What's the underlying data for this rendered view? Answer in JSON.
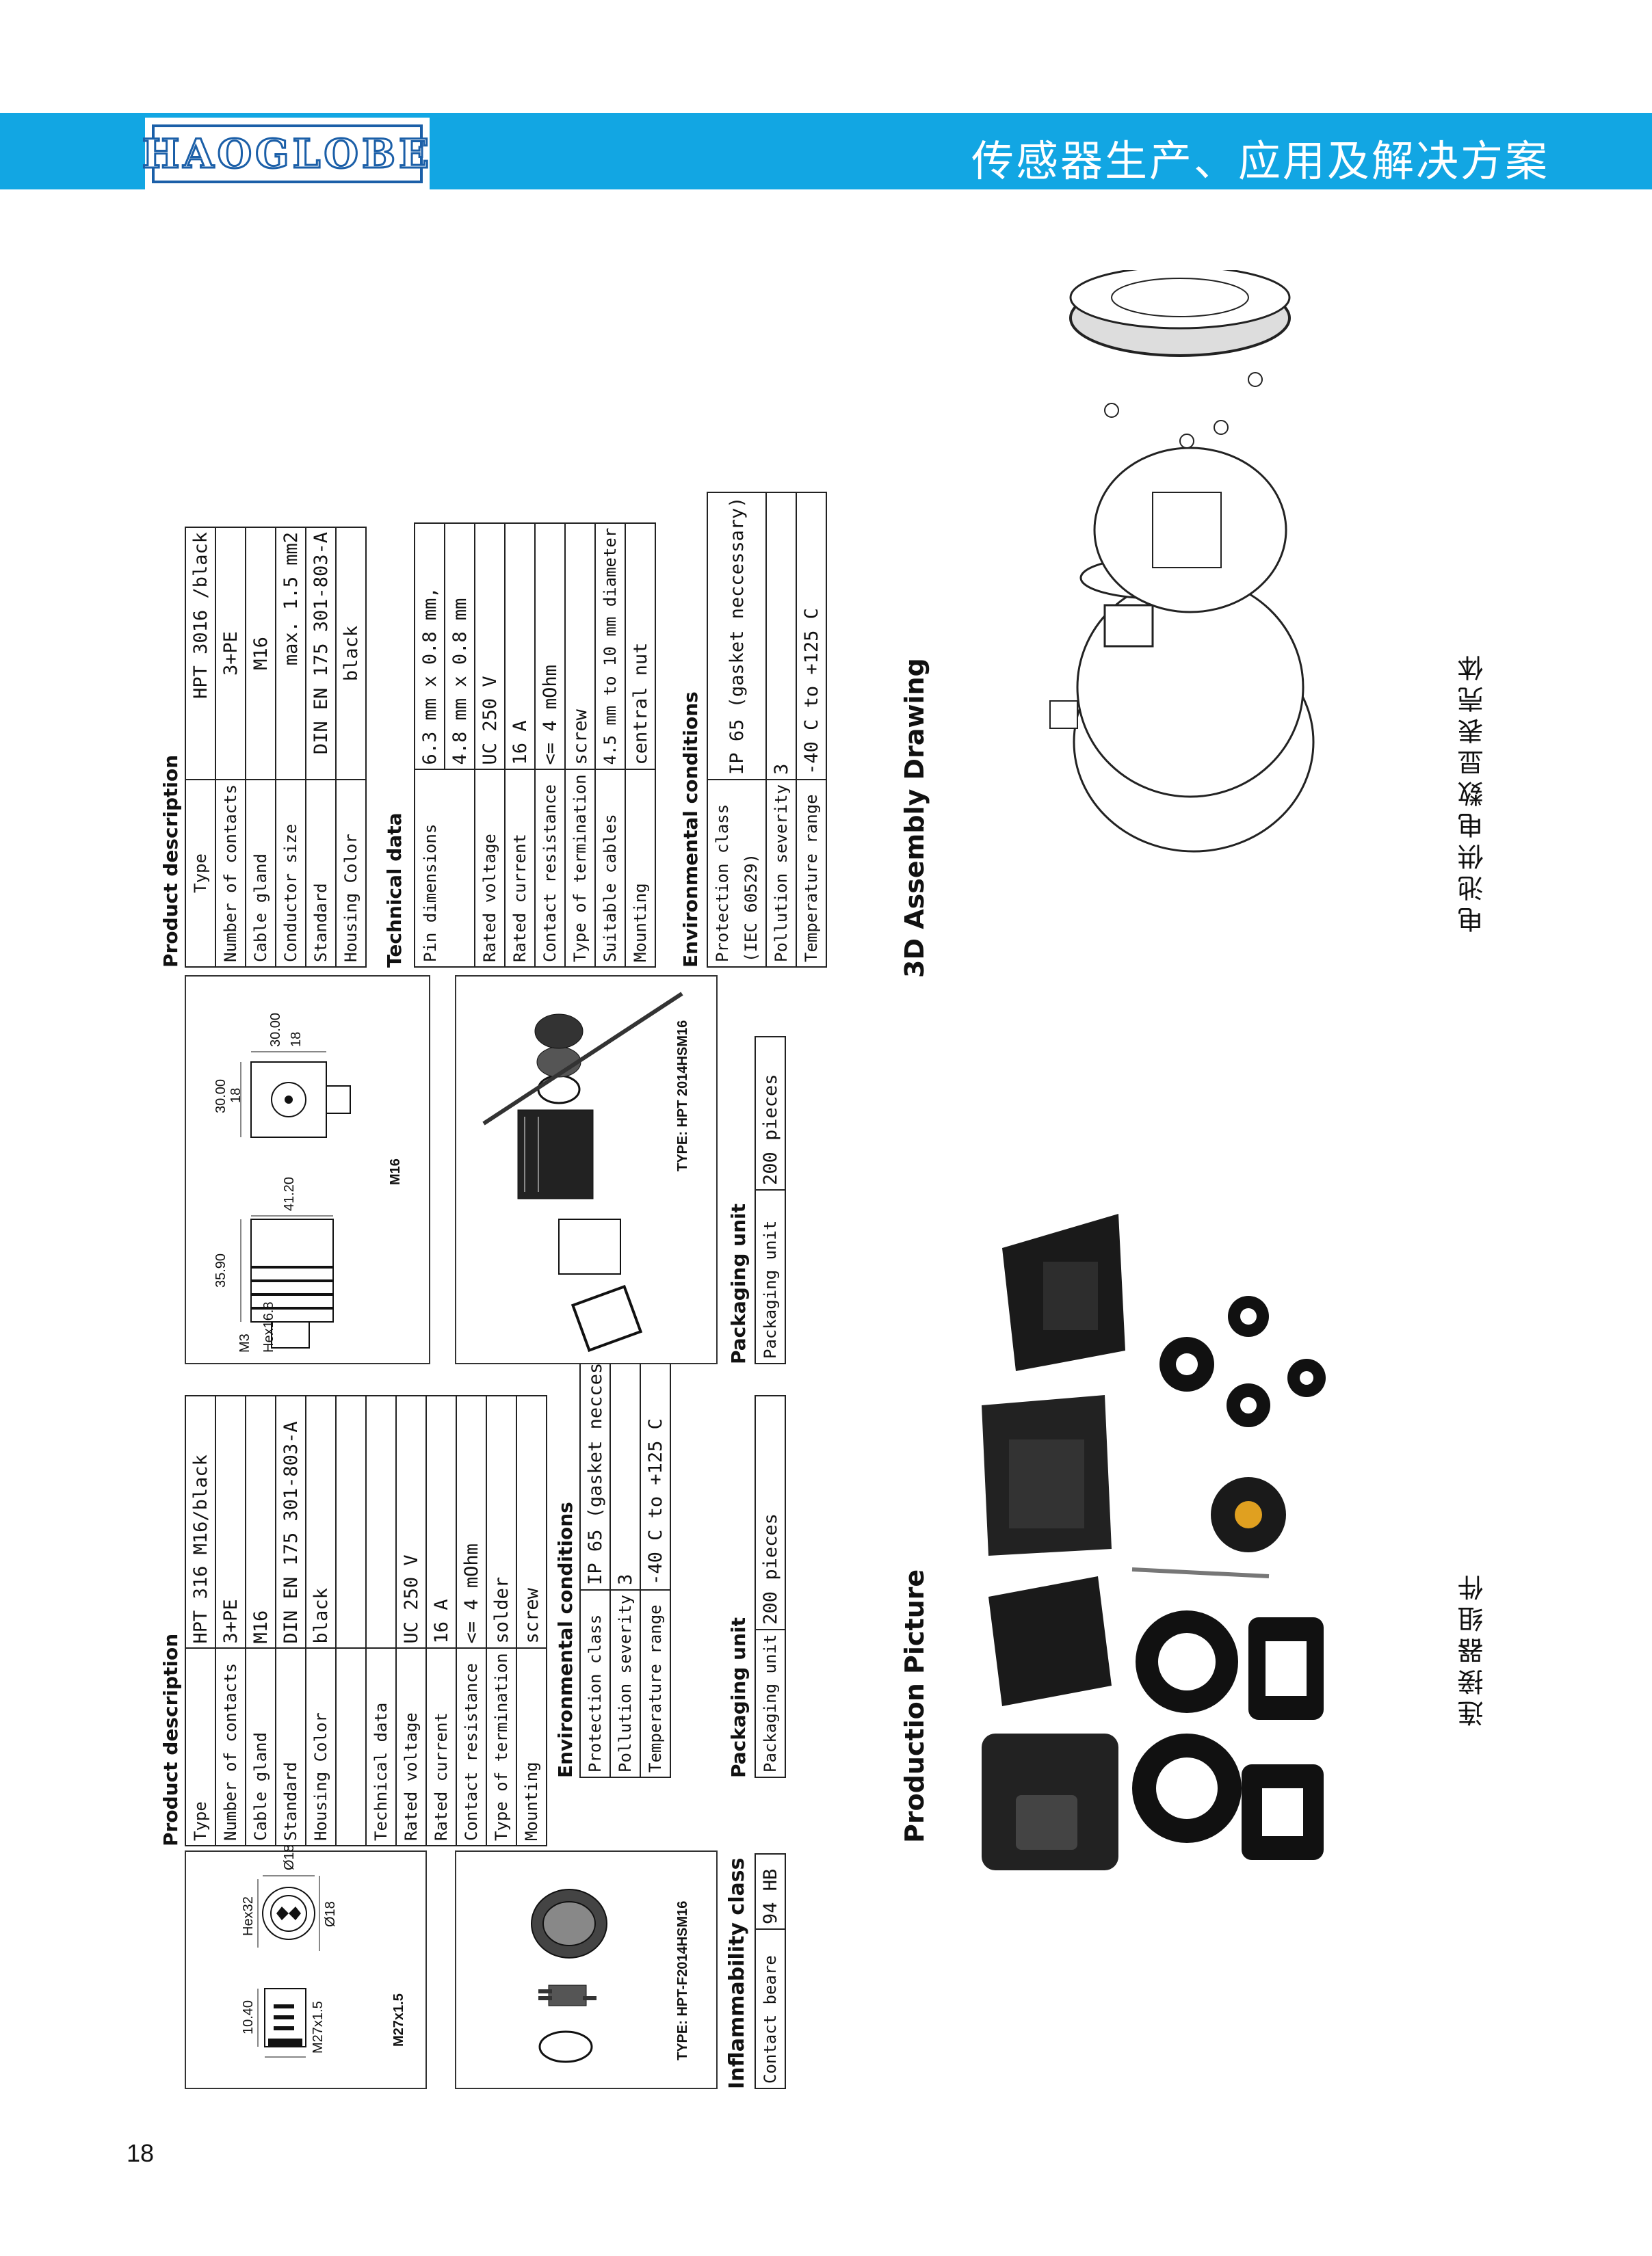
{
  "header": {
    "logo": "HAOGLOBE",
    "title": "传感器生产、应用及解决方案"
  },
  "page_number": "18",
  "product_a": {
    "description_heading": "Product description",
    "rows": [
      {
        "k": "Type",
        "v": "HPT 316 M16/black"
      },
      {
        "k": "Number of contacts",
        "v": "3+PE"
      },
      {
        "k": "Cable gland",
        "v": "M16"
      },
      {
        "k": "Standard",
        "v": "DIN EN 175 301-803-A"
      },
      {
        "k": "Housing Color",
        "v": "black"
      }
    ],
    "technical_heading": "Technical data",
    "tech_rows": [
      {
        "k": "Rated voltage",
        "v": "UC 250 V"
      },
      {
        "k": "Rated current",
        "v": "16 A"
      },
      {
        "k": "Contact resistance",
        "v": "<= 4 mOhm"
      },
      {
        "k": "Type of termination",
        "v": "solder"
      },
      {
        "k": "Mounting",
        "v": "screw"
      }
    ],
    "env_heading": "Environmental conditions",
    "env_rows": [
      {
        "k": "Protection class",
        "v": "IP 65 (gasket neccessary)"
      },
      {
        "k": "Pollution severity",
        "v": "3"
      },
      {
        "k": "Temperature range",
        "v": "-40  C to +125  C"
      }
    ],
    "packaging_heading": "Packaging unit",
    "packaging": {
      "k": "Packaging unit",
      "v": "200 pieces"
    },
    "inflammability_heading": "Inflammability class",
    "inflammability": {
      "k": "Contact beare",
      "v": "94 HB"
    },
    "drawing_labels": {
      "dim_top": "10.40",
      "m27": "M27x1.5",
      "hex": "Hex32",
      "d18a": "Ø18",
      "d18b": "Ø18",
      "thread": "M27x1.5",
      "type_caption": "TYPE: HPT-F2014HSM16"
    }
  },
  "product_b": {
    "description_heading": "Product description",
    "rows": [
      {
        "k": "Type",
        "v": "HPT 3016 /black"
      },
      {
        "k": "Number of contacts",
        "v": "3+PE"
      },
      {
        "k": "Cable gland",
        "v": "M16"
      },
      {
        "k": "Conductor size",
        "v": "max. 1.5 mm2"
      },
      {
        "k": "Standard",
        "v": "DIN EN 175 301-803-A"
      },
      {
        "k": "Housing Color",
        "v": "black"
      }
    ],
    "technical_heading": "Technical data",
    "tech_rows": [
      {
        "k": "Pin dimensions",
        "v": "6.3 mm x 0.8 mm,"
      },
      {
        "k": "",
        "v": "4.8 mm x 0.8 mm"
      },
      {
        "k": "Rated voltage",
        "v": "UC 250 V"
      },
      {
        "k": "Rated current",
        "v": "16 A"
      },
      {
        "k": "Contact resistance",
        "v": "<= 4 mOhm"
      },
      {
        "k": "Type of termination",
        "v": "screw"
      },
      {
        "k": "Suitable cables",
        "v": "4.5 mm to 10 mm diameter"
      },
      {
        "k": "Mounting",
        "v": "central nut"
      }
    ],
    "env_heading": "Environmental conditions",
    "env_rows": [
      {
        "k": "Protection class",
        "v": "IP 65 (gasket neccessary)"
      },
      {
        "k": "(IEC 60529)",
        "v": ""
      },
      {
        "k": "Pollution severity",
        "v": "3"
      },
      {
        "k": "Temperature range",
        "v": "-40  C to +125  C"
      }
    ],
    "packaging_heading": "Packaging unit",
    "packaging": {
      "k": "Packaging unit",
      "v": "200 pieces"
    },
    "drawing_labels": {
      "m3": "M3",
      "hex": "Hex16.8",
      "len": "35.90",
      "w": "41.20",
      "h1": "30.00",
      "h2": "18",
      "h3": "30.00",
      "h4": "18",
      "thread": "M16",
      "type_caption": "TYPE: HPT 2014HSM16"
    }
  },
  "production_heading": "Production Picture",
  "production_caption": "连接器组件",
  "assembly_heading": "3D Assembly Drawing",
  "assembly_caption": "电池供电数显表壳体"
}
